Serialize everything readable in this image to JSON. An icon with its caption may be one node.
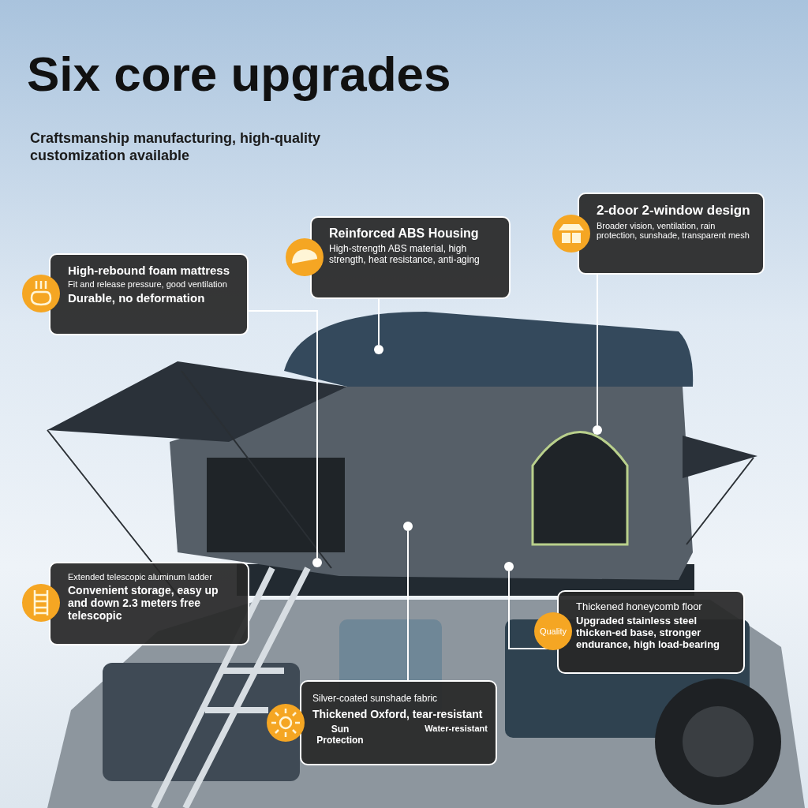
{
  "diagram": {
    "title": "Six core upgrades",
    "nodes": [
      {
        "text": [
          "High-rebound foam mattress",
          "Fit and release pressure, good ventilation",
          "Durable, no deformation"
        ]
      },
      {
        "text": [
          "Reinforced ABS Housing",
          "High-strength ABS material, high strength, heat resistance, anti-aging"
        ]
      },
      {
        "text": [
          "2-door 2-window design",
          "Broader vision, ventilation, rain protection, sunshade, transparent mesh"
        ]
      },
      {
        "text": [
          "Extended telescopic aluminum ladder",
          "Convenient storage, easy up and down 2.3 meters free telescopic"
        ]
      },
      {
        "text": [
          "Thickened honeycomb floor",
          "Upgraded stainless steel thicken-ed base, stronger endurance, high load-bearing"
        ]
      },
      {
        "text": [
          "Silver-coated sunshade fabric",
          "Thickened Oxford, tear-resistant",
          "Sun Protection",
          "Water-resistant"
        ]
      },
      {
        "text": [
          "Quality"
        ]
      },
      {
        "text": [],
        "shape": "circle"
      },
      {
        "text": [],
        "shape": "circle"
      },
      {
        "text": [],
        "shape": "circle"
      },
      {
        "text": [],
        "shape": "circle"
      },
      {
        "text": [],
        "shape": "circle"
      }
    ],
    "edges": [
      {
        "from": 0,
        "to": 7,
        "arrow": "none"
      },
      {
        "from": 1,
        "to": 8,
        "arrow": "none"
      },
      {
        "from": 5,
        "to": 9,
        "arrow": "none"
      },
      {
        "from": 4,
        "to": 10,
        "arrow": "none"
      },
      {
        "from": 2,
        "to": 11,
        "arrow": "none"
      }
    ],
    "labels": [
      "Craftsmanship manufacturing, high-quality customization available"
    ]
  }
}
